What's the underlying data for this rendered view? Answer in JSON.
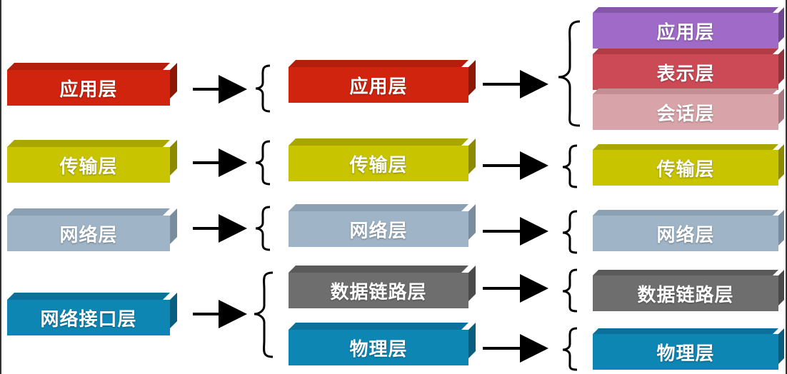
{
  "colors": {
    "application": "#d0240f",
    "transport": "#c8c400",
    "network": "#9fb4c6",
    "link": "#6e6e6e",
    "physical": "#0e86b4",
    "application7": "#9f6ac8",
    "presentation": "#cc4a55",
    "session": "#d8a4aa",
    "arrow": "#000000"
  },
  "tcpip": {
    "application": "应用层",
    "transport": "传输层",
    "network": "网络层",
    "netaccess": "网络接口层"
  },
  "five_layer": {
    "application": "应用层",
    "transport": "传输层",
    "network": "网络层",
    "datalink": "数据链路层",
    "physical": "物理层"
  },
  "osi": {
    "application": "应用层",
    "presentation": "表示层",
    "session": "会话层",
    "transport": "传输层",
    "network": "网络层",
    "datalink": "数据链路层",
    "physical": "物理层"
  }
}
